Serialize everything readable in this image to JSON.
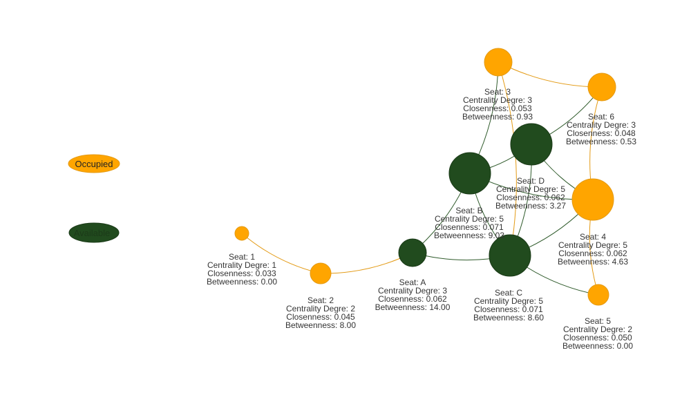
{
  "legend": [
    {
      "label": "Occupied",
      "color": "#FFA500",
      "text_color": "#222222"
    },
    {
      "label": "Available",
      "color": "#214B1E",
      "text_color": "#1f3f1c"
    }
  ],
  "colors": {
    "occupied": "#FFA500",
    "available": "#214B1E",
    "edge_occupied": "#E39A14",
    "edge_available": "#2E5A2A"
  },
  "nodes": [
    {
      "id": "1",
      "status": "occupied",
      "lines": [
        "Seat: 1",
        "Centrality Degre: 1",
        "Closenness: 0.033",
        "Betweenness:  0.00"
      ]
    },
    {
      "id": "2",
      "status": "occupied",
      "lines": [
        "Seat: 2",
        "Centrality Degre: 2",
        "Closenness: 0.045",
        "Betweenness:  8.00"
      ]
    },
    {
      "id": "A",
      "status": "available",
      "lines": [
        "Seat: A",
        "Centrality Degre: 3",
        "Closenness: 0.062",
        "Betweenness: 14.00"
      ]
    },
    {
      "id": "B",
      "status": "available",
      "lines": [
        "Seat: B",
        "Centrality Degre: 5",
        "Closenness: 0.071",
        "Betweenness:  9.03"
      ]
    },
    {
      "id": "C",
      "status": "available",
      "lines": [
        "Seat: C",
        "Centrality Degre: 5",
        "Closenness: 0.071",
        "Betweenness:  8.60"
      ]
    },
    {
      "id": "D",
      "status": "available",
      "lines": [
        "Seat: D",
        "Centrality Degre: 5",
        "Closenness: 0.062",
        "Betweenness:  3.27"
      ]
    },
    {
      "id": "3",
      "status": "occupied",
      "lines": [
        "Seat: 3",
        "Centrality Degre: 3",
        "Closenness: 0.053",
        "Betweenness:  0.93"
      ]
    },
    {
      "id": "6",
      "status": "occupied",
      "lines": [
        "Seat: 6",
        "Centrality Degre: 3",
        "Closenness: 0.048",
        "Betweenness:  0.53"
      ]
    },
    {
      "id": "4",
      "status": "occupied",
      "lines": [
        "Seat: 4",
        "Centrality Degre: 5",
        "Closenness: 0.062",
        "Betweenness:  4.63"
      ]
    },
    {
      "id": "5",
      "status": "occupied",
      "lines": [
        "Seat: 5",
        "Centrality Degre: 2",
        "Closenness: 0.050",
        "Betweenness:  0.00"
      ]
    }
  ],
  "edges": [
    [
      "1",
      "2"
    ],
    [
      "2",
      "A"
    ],
    [
      "A",
      "B"
    ],
    [
      "A",
      "C"
    ],
    [
      "B",
      "C"
    ],
    [
      "B",
      "D"
    ],
    [
      "B",
      "3"
    ],
    [
      "B",
      "4"
    ],
    [
      "C",
      "D"
    ],
    [
      "C",
      "4"
    ],
    [
      "C",
      "5"
    ],
    [
      "C",
      "3"
    ],
    [
      "D",
      "6"
    ],
    [
      "D",
      "4"
    ],
    [
      "3",
      "6"
    ],
    [
      "6",
      "4"
    ],
    [
      "4",
      "5"
    ]
  ]
}
